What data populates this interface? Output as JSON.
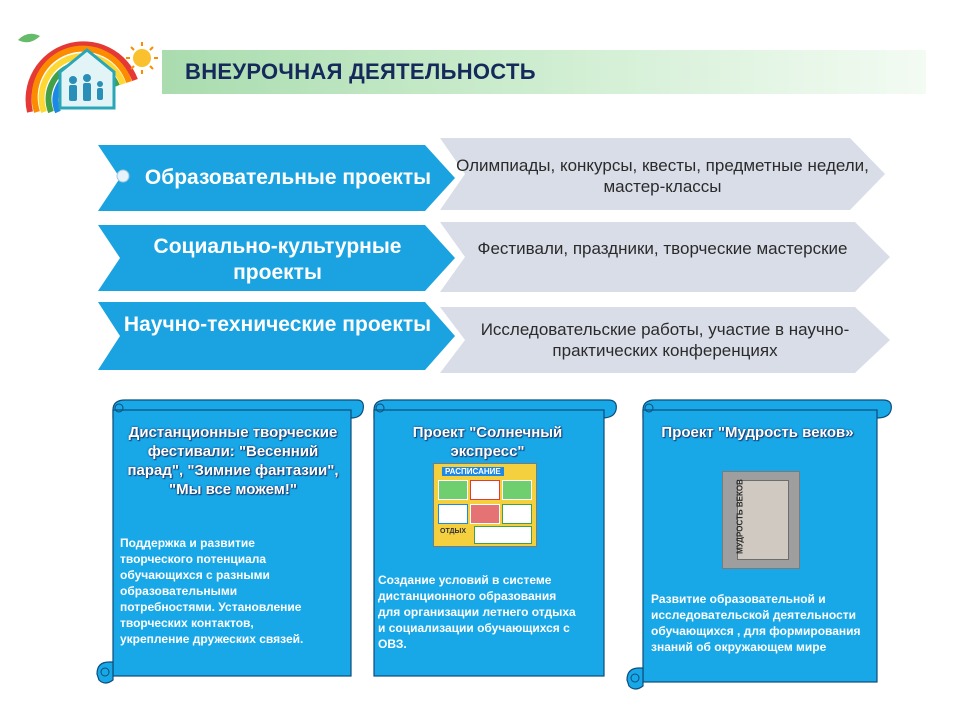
{
  "header": {
    "title": "ВНЕУРОЧНАЯ ДЕЯТЕЛЬНОСТЬ"
  },
  "rows": [
    {
      "label": "Образовательные проекты",
      "description": "Олимпиады, конкурсы, квесты, предметные недели, мастер-классы"
    },
    {
      "label": "Социально-культурные проекты",
      "description": "Фестивали, праздники, творческие мастерские"
    },
    {
      "label": "Научно-технические проекты",
      "description": "Исследовательские работы, участие в научно-практических конференциях"
    }
  ],
  "scrolls": [
    {
      "heading": "Дистанционные творческие фестивали: \"Весенний парад\", \"Зимние фантазии\", \"Мы все можем!\"",
      "body": "Поддержка и развитие творческого потенциала обучающихся с разными образовательными потребностями. Установление творческих контактов, укрепление дружеских связей."
    },
    {
      "heading": "Проект \"Солнечный экспресс\"",
      "image_text": [
        "РАСПИСАНИЕ",
        "ОТДЫХ"
      ],
      "body": "Создание условий в системе дистанционного образования для организации летнего отдыха и социализации обучающихся с ОВЗ."
    },
    {
      "heading": "Проект \"Мудрость веков»",
      "image_text": "МУДРОСТЬ ВЕКОВ",
      "body": "Развитие образовательной и исследовательской деятельности обучающихся , для формирования знаний об окружающем мире"
    }
  ],
  "colors": {
    "chevron_blue": "#1aa3e0",
    "chevron_grey": "#d9dde8",
    "scroll_blue": "#18a8e8",
    "title_green": "#a9dcae",
    "title_text": "#152a5a"
  }
}
